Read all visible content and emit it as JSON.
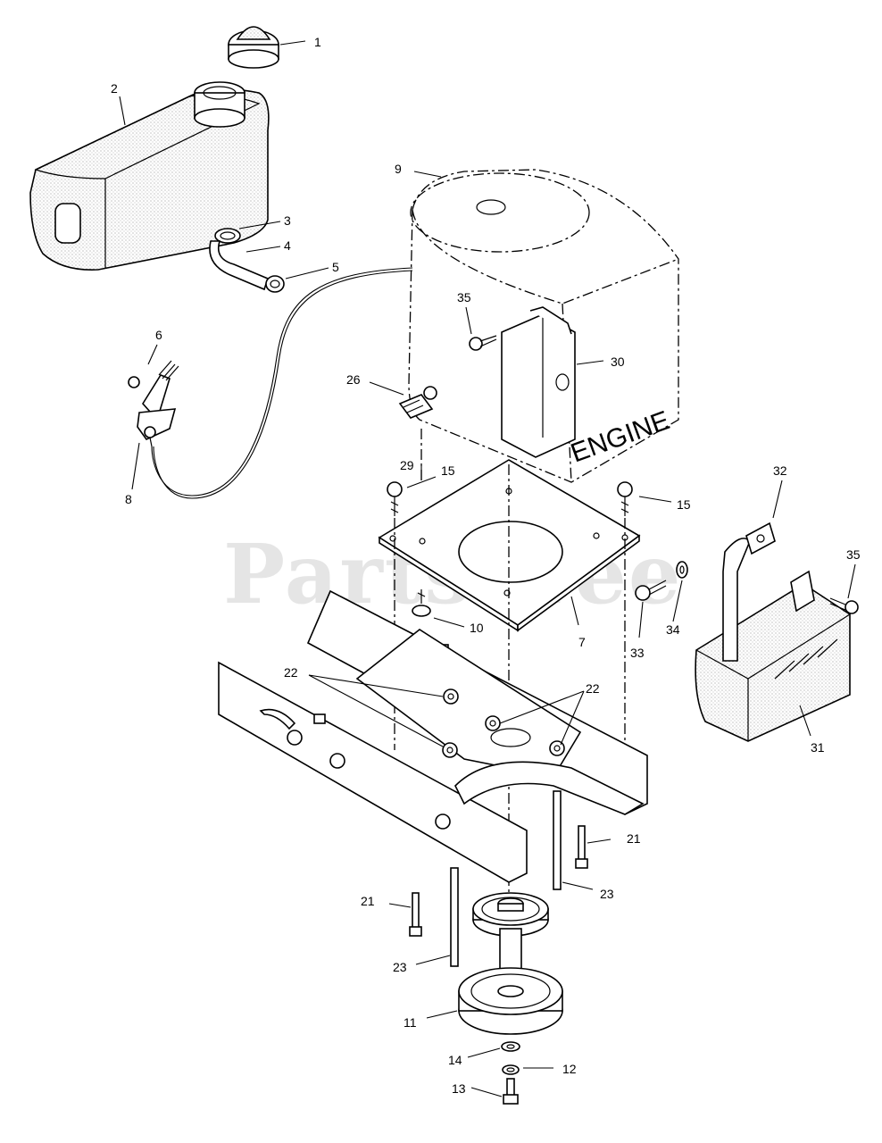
{
  "watermark": "PartsTree",
  "engine_label": "ENGINE",
  "callouts": {
    "c1": "1",
    "c2": "2",
    "c3": "3",
    "c4": "4",
    "c5": "5",
    "c6": "6",
    "c7": "7",
    "c8": "8",
    "c9": "9",
    "c10": "10",
    "c11": "11",
    "c12": "12",
    "c13": "13",
    "c14": "14",
    "c15a": "15",
    "c15b": "15",
    "c21a": "21",
    "c21b": "21",
    "c22a": "22",
    "c22b": "22",
    "c23a": "23",
    "c23b": "23",
    "c26": "26",
    "c29": "29",
    "c30": "30",
    "c31": "31",
    "c32": "32",
    "c33": "33",
    "c34": "34",
    "c35a": "35",
    "c35b": "35"
  }
}
